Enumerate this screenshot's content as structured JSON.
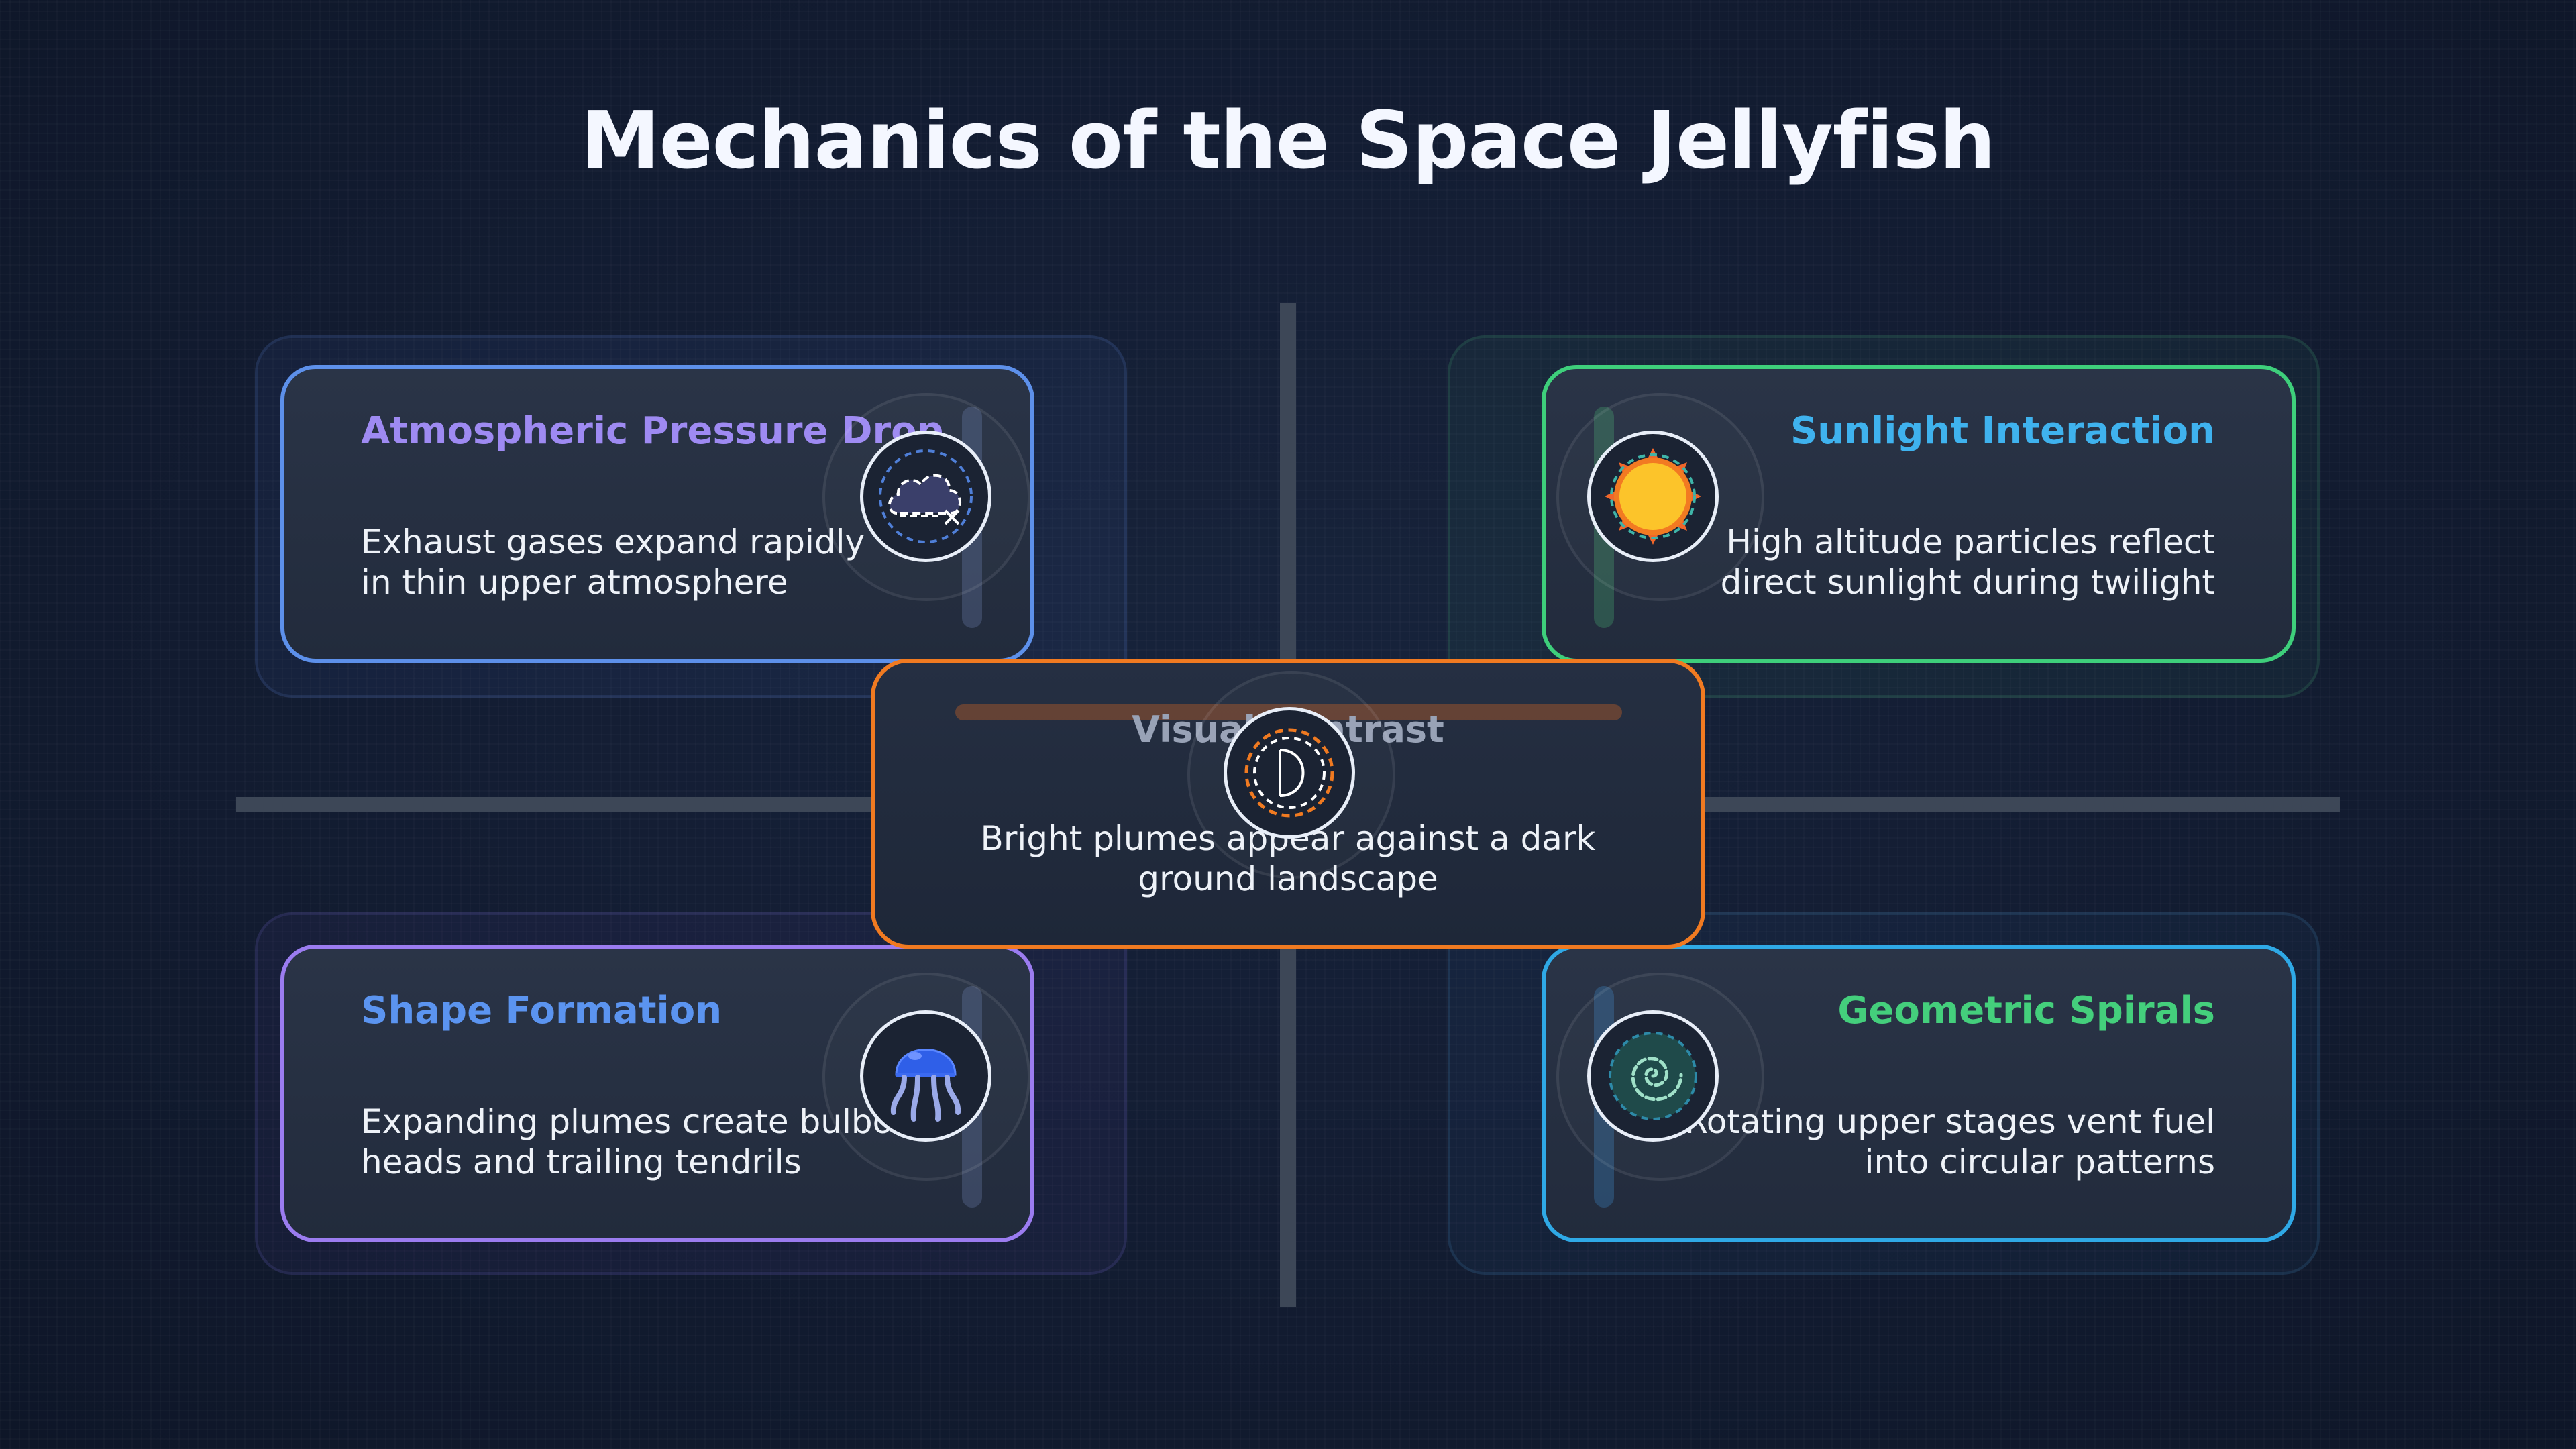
{
  "title": "Mechanics of the Space Jellyfish",
  "colors": {
    "pressure": "#9e8af2",
    "sunlight": "#3fb2ee",
    "shape": "#5b94f0",
    "spirals": "#44cf7c",
    "contrast": "#f07a21"
  },
  "cards": {
    "top_left": {
      "heading": "Atmospheric Pressure Drop",
      "line1": "Exhaust gases expand rapidly",
      "line2": "in thin upper atmosphere",
      "icon": "cloud-icon"
    },
    "top_right": {
      "heading": "Sunlight Interaction",
      "line1": "High altitude particles reflect",
      "line2": "direct sunlight during twilight",
      "icon": "sun-icon"
    },
    "bottom_left": {
      "heading": "Shape Formation",
      "line1": "Expanding plumes create bulbous",
      "line2": "heads and trailing tendrils",
      "icon": "jellyfish-icon"
    },
    "bottom_right": {
      "heading": "Geometric Spirals",
      "line1": "Rotating upper stages vent fuel",
      "line2": "into circular patterns",
      "icon": "spiral-icon"
    },
    "center": {
      "heading": "Visual Contrast",
      "line1": "Bright plumes appear against a dark",
      "line2": "ground landscape",
      "icon": "contrast-icon"
    }
  }
}
